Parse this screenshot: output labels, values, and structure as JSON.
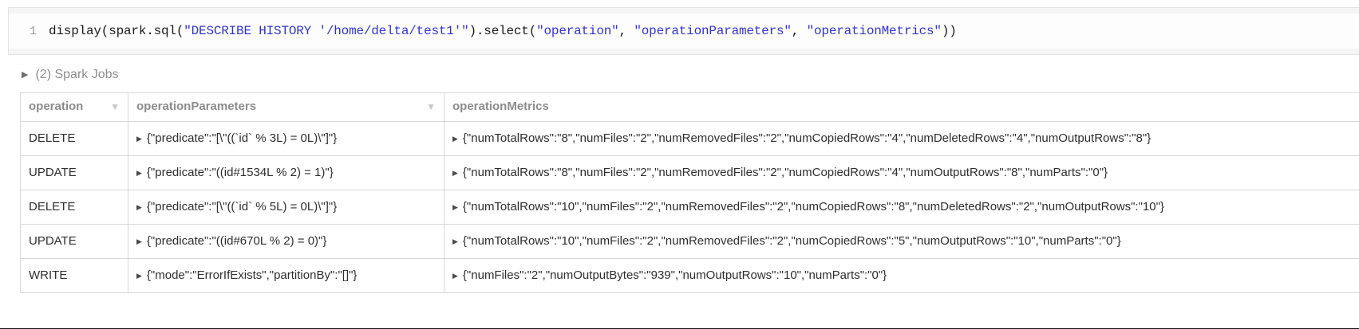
{
  "code_cell": {
    "line_number": "1",
    "tokens": [
      {
        "t": "display(spark.sql(",
        "c": "plain"
      },
      {
        "t": "\"DESCRIBE HISTORY '/home/delta/test1'\"",
        "c": "string"
      },
      {
        "t": ").select(",
        "c": "plain"
      },
      {
        "t": "\"operation\"",
        "c": "string"
      },
      {
        "t": ", ",
        "c": "plain"
      },
      {
        "t": "\"operationParameters\"",
        "c": "string"
      },
      {
        "t": ", ",
        "c": "plain"
      },
      {
        "t": "\"operationMetrics\"",
        "c": "string"
      },
      {
        "t": "))",
        "c": "plain"
      }
    ]
  },
  "jobs": {
    "expander_icon": "▶",
    "label": "(2) Spark Jobs"
  },
  "table": {
    "columns": [
      {
        "label": "operation",
        "sortable": true
      },
      {
        "label": "operationParameters",
        "sortable": true
      },
      {
        "label": "operationMetrics",
        "sortable": false
      }
    ],
    "expander_icon": "▶",
    "rows": [
      {
        "operation": "DELETE",
        "parameters": "{\"predicate\":\"[\\\"((`id` % 3L) = 0L)\\\"]\"}",
        "metrics": "{\"numTotalRows\":\"8\",\"numFiles\":\"2\",\"numRemovedFiles\":\"2\",\"numCopiedRows\":\"4\",\"numDeletedRows\":\"4\",\"numOutputRows\":\"8\"}"
      },
      {
        "operation": "UPDATE",
        "parameters": "{\"predicate\":\"((id#1534L % 2) = 1)\"}",
        "metrics": "{\"numTotalRows\":\"8\",\"numFiles\":\"2\",\"numRemovedFiles\":\"2\",\"numCopiedRows\":\"4\",\"numOutputRows\":\"8\",\"numParts\":\"0\"}"
      },
      {
        "operation": "DELETE",
        "parameters": "{\"predicate\":\"[\\\"((`id` % 5L) = 0L)\\\"]\"}",
        "metrics": "{\"numTotalRows\":\"10\",\"numFiles\":\"2\",\"numRemovedFiles\":\"2\",\"numCopiedRows\":\"8\",\"numDeletedRows\":\"2\",\"numOutputRows\":\"10\"}"
      },
      {
        "operation": "UPDATE",
        "parameters": "{\"predicate\":\"((id#670L % 2) = 0)\"}",
        "metrics": "{\"numTotalRows\":\"10\",\"numFiles\":\"2\",\"numRemovedFiles\":\"2\",\"numCopiedRows\":\"5\",\"numOutputRows\":\"10\",\"numParts\":\"0\"}"
      },
      {
        "operation": "WRITE",
        "parameters": "{\"mode\":\"ErrorIfExists\",\"partitionBy\":\"[]\"}",
        "metrics": "{\"numFiles\":\"2\",\"numOutputBytes\":\"939\",\"numOutputRows\":\"10\",\"numParts\":\"0\"}"
      }
    ]
  },
  "icons": {
    "sort_icon": "▼"
  },
  "colors": {
    "string_literal_blue": "#3232d2",
    "code_text": "#1a1a1a",
    "header_gray": "#8c8c8c",
    "cell_text": "#2e2e2e",
    "table_border": "#d8d8d8",
    "code_cell_bg": "#f5f5f5",
    "bottom_bar": "#10141c"
  }
}
